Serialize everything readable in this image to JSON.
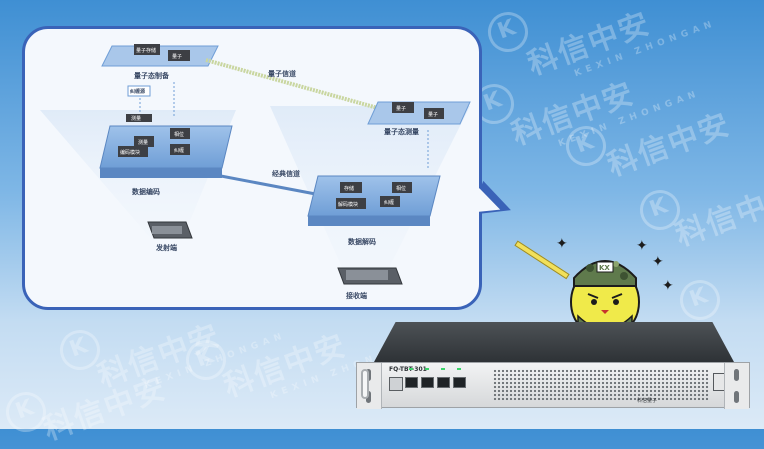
{
  "watermark": {
    "cn": "科信中安",
    "en": "KEXIN ZHONGAN"
  },
  "diagram": {
    "top_left_node": "量子态制备",
    "top_left_boxes": [
      "量子存储",
      "量子"
    ],
    "quantum_channel": "量子信道",
    "top_right_node": "量子态测量",
    "top_right_boxes": [
      "量子",
      "量子"
    ],
    "entangle_label": "纠缠源",
    "small_box": "测量",
    "left_platform_boxes": [
      "相位",
      "测量",
      "编码模块",
      "纠缠"
    ],
    "right_platform_boxes": [
      "存储",
      "相位",
      "解码模块",
      "纠缠"
    ],
    "classical_channel": "经典信道",
    "left_platform_label": "数据编码",
    "right_platform_label": "数据解码",
    "sender_label": "发射端",
    "receiver_label": "接收端"
  },
  "device": {
    "model": "FQ-TBT-301",
    "brand": "科信量子",
    "ports": 4
  },
  "mascot": {
    "cap_badge": "KX"
  },
  "colors": {
    "bubble_border": "#3a63b8",
    "bubble_fill": "#f4f8fd",
    "platform": "#6f9ed6",
    "chip": "#3d3f44",
    "mascot_body": "#f0ea4a"
  }
}
